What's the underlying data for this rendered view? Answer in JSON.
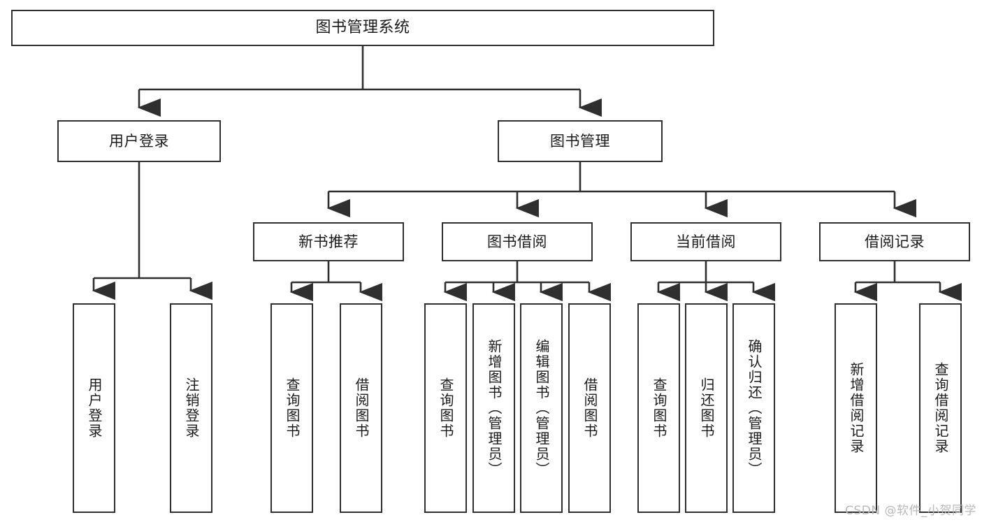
{
  "diagram": {
    "title": "图书管理系统",
    "type": "tree",
    "orientation": "top-down",
    "colors": {
      "box_border": "#2f2f2f",
      "box_fill": "#ffffff",
      "edge": "#2f2f2f",
      "text": "#1b1b1b",
      "watermark": "#b9b9b9",
      "background": "#ffffff"
    },
    "nodes": {
      "root": {
        "label": "图书管理系统",
        "level": 0
      },
      "l1": [
        {
          "id": "user-login",
          "label": "用户登录",
          "level": 1
        },
        {
          "id": "book-manage",
          "label": "图书管理",
          "level": 1
        }
      ],
      "l2": [
        {
          "id": "new-book-recommend",
          "label": "新书推荐",
          "level": 2,
          "parent": "book-manage"
        },
        {
          "id": "book-borrow",
          "label": "图书借阅",
          "level": 2,
          "parent": "book-manage"
        },
        {
          "id": "current-borrow",
          "label": "当前借阅",
          "level": 2,
          "parent": "book-manage"
        },
        {
          "id": "borrow-record",
          "label": "借阅记录",
          "level": 2,
          "parent": "book-manage"
        }
      ],
      "leaves": [
        {
          "id": "leaf-user-login",
          "label": "用户登录",
          "parent": "user-login"
        },
        {
          "id": "leaf-user-logout",
          "label": "注销登录",
          "parent": "user-login"
        },
        {
          "id": "leaf-recommend-query",
          "label": "查询图书",
          "parent": "new-book-recommend"
        },
        {
          "id": "leaf-recommend-borrow",
          "label": "借阅图书",
          "parent": "new-book-recommend"
        },
        {
          "id": "leaf-borrow-query",
          "label": "查询图书",
          "parent": "book-borrow"
        },
        {
          "id": "leaf-borrow-add",
          "label": "新增图书（管理员）",
          "parent": "book-borrow"
        },
        {
          "id": "leaf-borrow-edit",
          "label": "编辑图书（管理员）",
          "parent": "book-borrow"
        },
        {
          "id": "leaf-borrow-lend",
          "label": "借阅图书",
          "parent": "book-borrow"
        },
        {
          "id": "leaf-current-query",
          "label": "查询图书",
          "parent": "current-borrow"
        },
        {
          "id": "leaf-current-return",
          "label": "归还图书",
          "parent": "current-borrow"
        },
        {
          "id": "leaf-current-confirm",
          "label": "确认归还（管理员）",
          "parent": "current-borrow"
        },
        {
          "id": "leaf-record-add",
          "label": "新增借阅记录",
          "parent": "borrow-record"
        },
        {
          "id": "leaf-record-query",
          "label": "查询借阅记录",
          "parent": "borrow-record"
        }
      ]
    },
    "watermark": "CSDN @软件_小贺同学"
  }
}
